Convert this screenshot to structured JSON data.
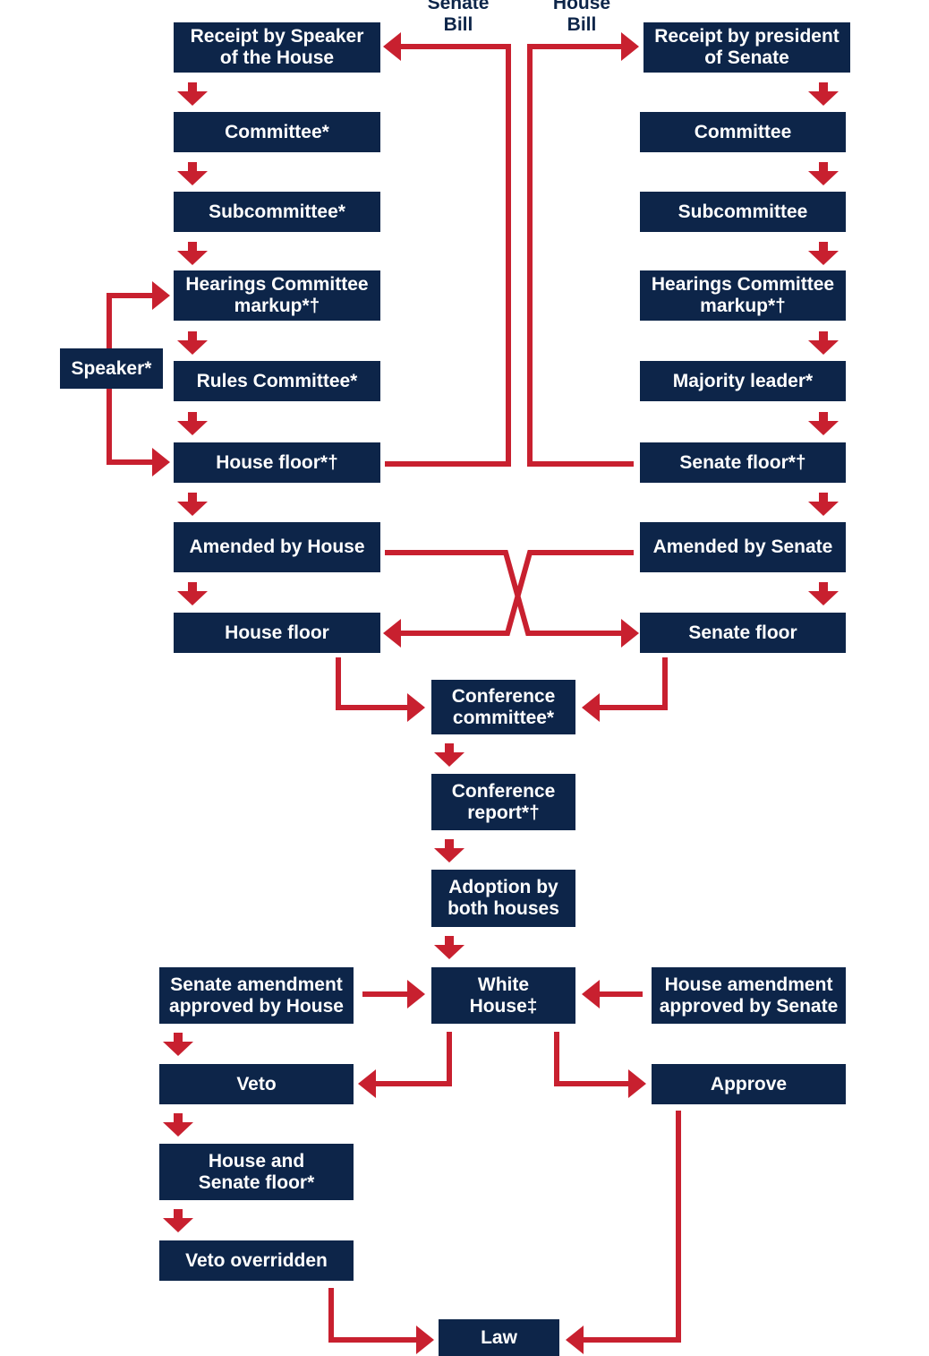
{
  "colors": {
    "box": "#0d2549",
    "text": "#ffffff",
    "arrow": "#c8202f",
    "background": "#ffffff"
  },
  "labels": {
    "senate_bill": "Senate\nBill",
    "house_bill": "House\nBill"
  },
  "house_side": {
    "receipt": "Receipt by Speaker\nof the House",
    "committee": "Committee*",
    "subcommittee": "Subcommittee*",
    "hearings": "Hearings Committee\nmarkup*†",
    "rules": "Rules Committee*",
    "floor": "House floor*†",
    "amended": "Amended by House",
    "final_floor": "House floor"
  },
  "speaker": "Speaker*",
  "senate_side": {
    "receipt": "Receipt by president\nof Senate",
    "committee": "Committee",
    "subcommittee": "Subcommittee",
    "hearings": "Hearings Committee\nmarkup*†",
    "majority": "Majority leader*",
    "floor": "Senate floor*†",
    "amended": "Amended by Senate",
    "final_floor": "Senate floor"
  },
  "center": {
    "conference_committee": "Conference\ncommittee*",
    "conference_report": "Conference\nreport*†",
    "adoption": "Adoption by\nboth houses",
    "white_house": "White\nHouse‡"
  },
  "final_stage": {
    "senate_amendment": "Senate amendment\napproved by House",
    "house_amendment": "House amendment\napproved by Senate",
    "veto": "Veto",
    "approve": "Approve",
    "override_floor": "House and\nSenate floor*",
    "veto_overridden": "Veto overridden",
    "law": "Law"
  }
}
